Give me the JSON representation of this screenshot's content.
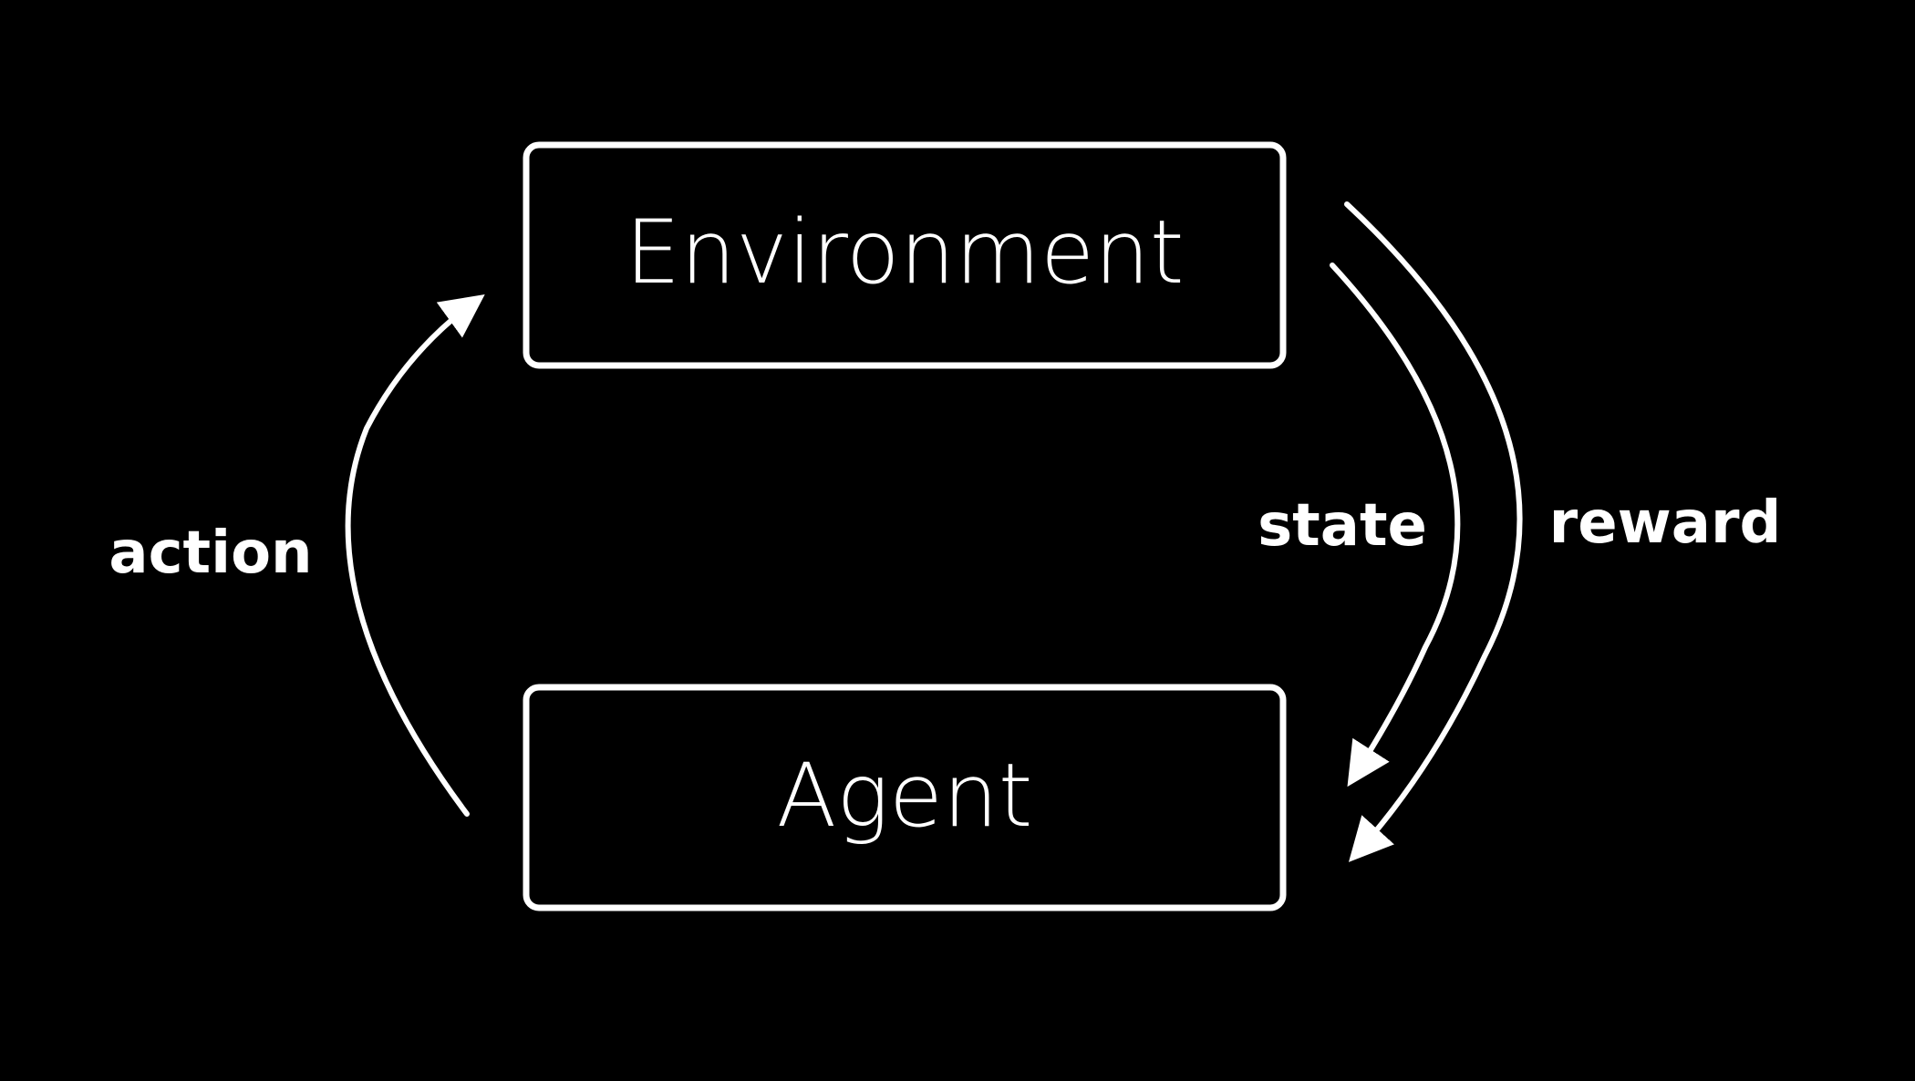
{
  "diagram": {
    "background_color": "#000000",
    "stroke_color": "#ffffff",
    "nodes": {
      "environment": {
        "label": "Environment"
      },
      "agent": {
        "label": "Agent"
      }
    },
    "edges": {
      "action": {
        "label": "action",
        "from": "agent",
        "to": "environment"
      },
      "state": {
        "label": "state",
        "from": "environment",
        "to": "agent"
      },
      "reward": {
        "label": "reward",
        "from": "environment",
        "to": "agent"
      }
    }
  }
}
